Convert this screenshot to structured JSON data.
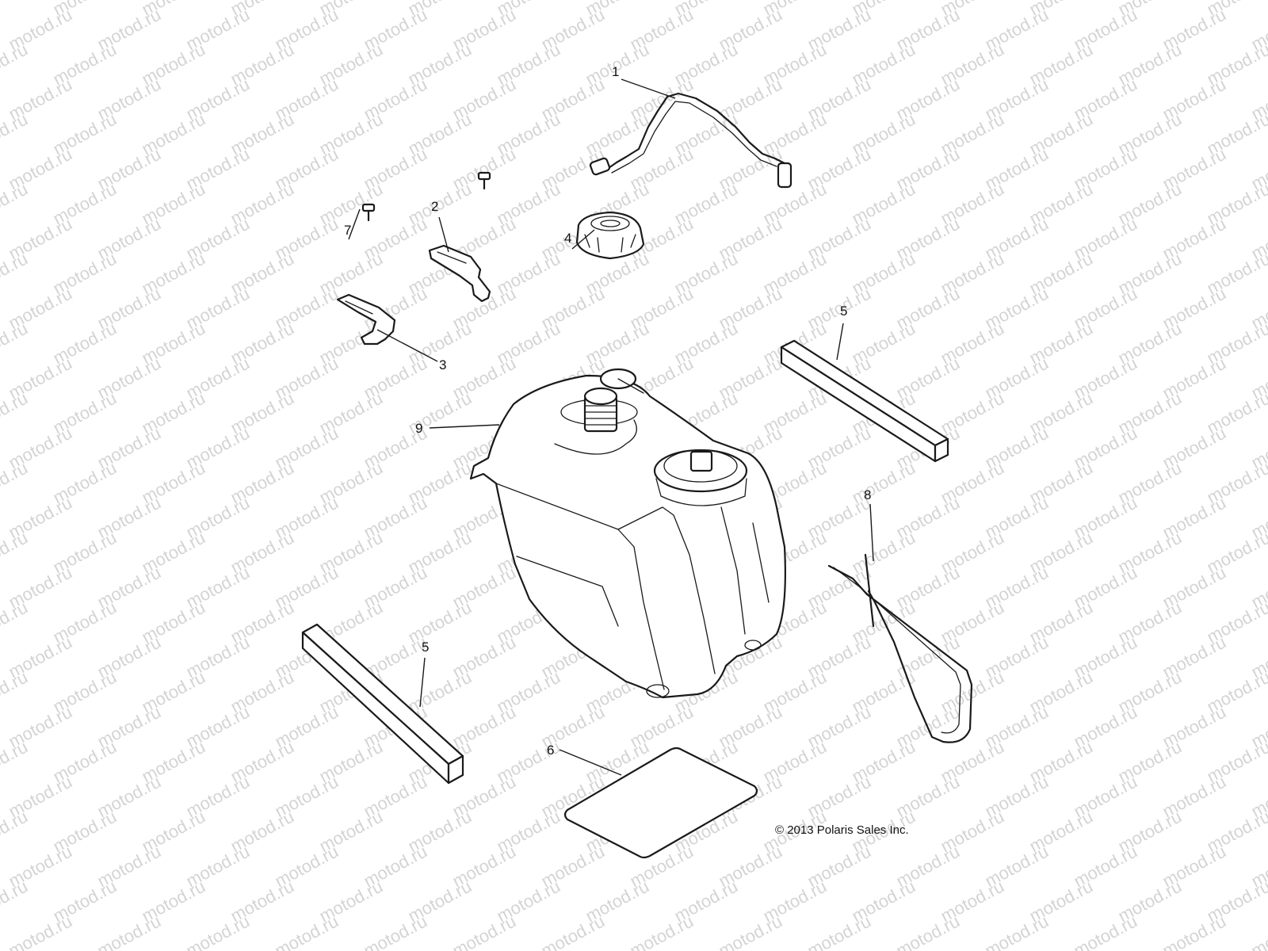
{
  "watermark": {
    "text": "motod.ru"
  },
  "copyright": "© 2013 Polaris Sales Inc.",
  "callouts": {
    "hose": "1",
    "bracket_upper": "2",
    "bracket_lower": "3",
    "cap": "4",
    "pad_right": "5",
    "pad_left": "5",
    "decal": "6",
    "screw": "7",
    "strap": "8",
    "tank": "9"
  }
}
